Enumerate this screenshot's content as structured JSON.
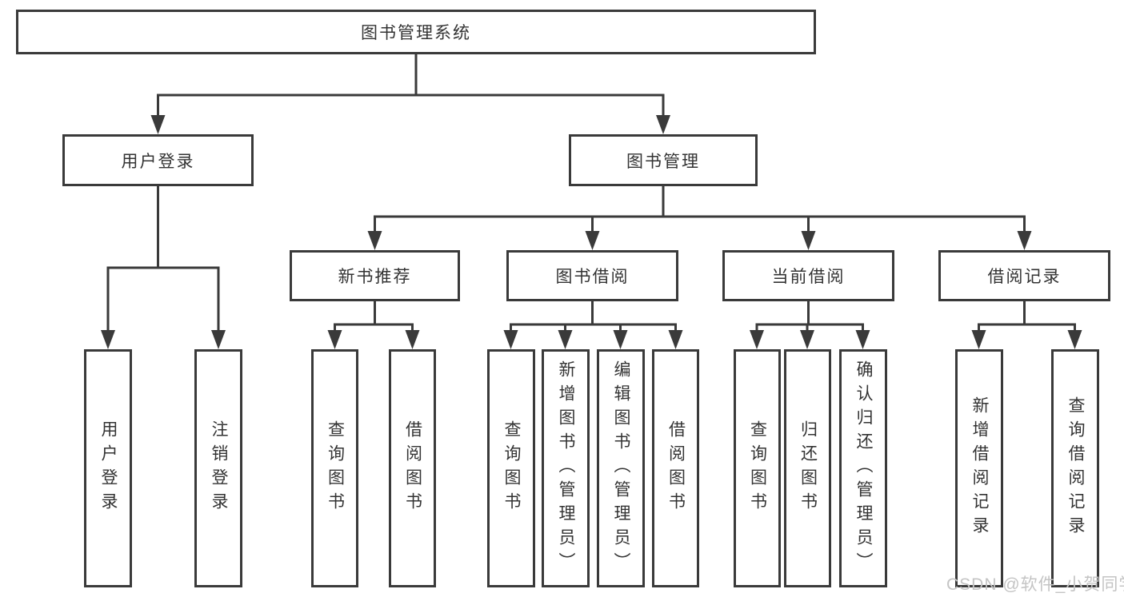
{
  "diagram": {
    "root": {
      "label": "图书管理系统"
    },
    "level2": [
      {
        "label": "用户登录"
      },
      {
        "label": "图书管理"
      }
    ],
    "level3": [
      {
        "label": "新书推荐"
      },
      {
        "label": "图书借阅"
      },
      {
        "label": "当前借阅"
      },
      {
        "label": "借阅记录"
      }
    ],
    "leaves": [
      {
        "label": "用户登录"
      },
      {
        "label": "注销登录"
      },
      {
        "label": "查询图书"
      },
      {
        "label": "借阅图书"
      },
      {
        "label": "查询图书"
      },
      {
        "label": "新增图书（管理员）"
      },
      {
        "label": "编辑图书（管理员）"
      },
      {
        "label": "借阅图书"
      },
      {
        "label": "查询图书"
      },
      {
        "label": "归还图书"
      },
      {
        "label": "确认归还（管理员）"
      },
      {
        "label": "新增借阅记录"
      },
      {
        "label": "查询借阅记录"
      }
    ]
  },
  "watermark": {
    "text": "CSDN @软件_小贺同学"
  },
  "colors": {
    "line": "#3a3a3a",
    "text": "#333333",
    "watermark": "#c4c4c4",
    "background": "#ffffff"
  }
}
